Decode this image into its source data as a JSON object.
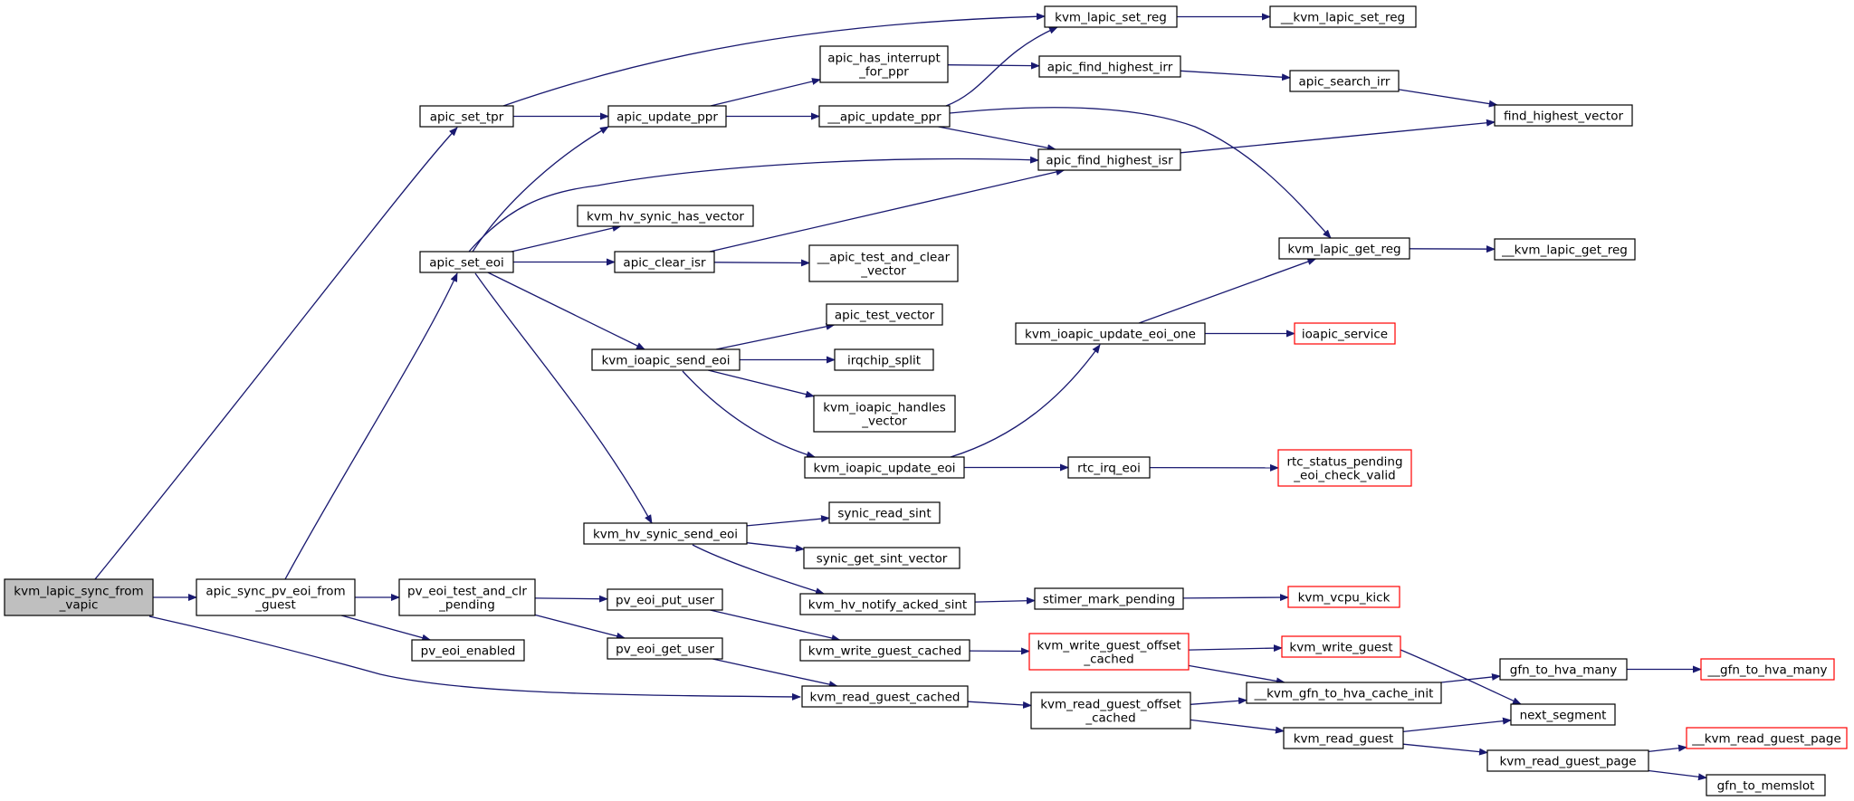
{
  "graph": {
    "colors": {
      "edge": "#191970",
      "node_border": "#000000",
      "truncated_border": "#ff0000",
      "root_fill": "#bfbfbf",
      "node_fill": "#ffffff"
    },
    "nodes": [
      {
        "id": "kvm_lapic_sync_from_vapic",
        "lines": [
          "kvm_lapic_sync_from",
          "_vapic"
        ],
        "root": true
      },
      {
        "id": "apic_set_tpr",
        "lines": [
          "apic_set_tpr"
        ]
      },
      {
        "id": "apic_update_ppr",
        "lines": [
          "apic_update_ppr"
        ]
      },
      {
        "id": "apic_has_interrupt_for_ppr",
        "lines": [
          "apic_has_interrupt",
          "_for_ppr"
        ]
      },
      {
        "id": "kvm_lapic_set_reg",
        "lines": [
          "kvm_lapic_set_reg"
        ]
      },
      {
        "id": "__kvm_lapic_set_reg",
        "lines": [
          "__kvm_lapic_set_reg"
        ]
      },
      {
        "id": "__apic_update_ppr",
        "lines": [
          "__apic_update_ppr"
        ]
      },
      {
        "id": "apic_find_highest_irr",
        "lines": [
          "apic_find_highest_irr"
        ]
      },
      {
        "id": "apic_search_irr",
        "lines": [
          "apic_search_irr"
        ]
      },
      {
        "id": "find_highest_vector",
        "lines": [
          "find_highest_vector"
        ]
      },
      {
        "id": "apic_find_highest_isr",
        "lines": [
          "apic_find_highest_isr"
        ]
      },
      {
        "id": "kvm_hv_synic_has_vector",
        "lines": [
          "kvm_hv_synic_has_vector"
        ]
      },
      {
        "id": "apic_set_eoi",
        "lines": [
          "apic_set_eoi"
        ]
      },
      {
        "id": "apic_clear_isr",
        "lines": [
          "apic_clear_isr"
        ]
      },
      {
        "id": "__apic_test_and_clear_vector",
        "lines": [
          "__apic_test_and_clear",
          "_vector"
        ]
      },
      {
        "id": "kvm_lapic_get_reg",
        "lines": [
          "kvm_lapic_get_reg"
        ]
      },
      {
        "id": "__kvm_lapic_get_reg",
        "lines": [
          "__kvm_lapic_get_reg"
        ]
      },
      {
        "id": "apic_test_vector",
        "lines": [
          "apic_test_vector"
        ]
      },
      {
        "id": "kvm_ioapic_update_eoi_one",
        "lines": [
          "kvm_ioapic_update_eoi_one"
        ]
      },
      {
        "id": "ioapic_service",
        "lines": [
          "ioapic_service"
        ],
        "truncated": true
      },
      {
        "id": "kvm_ioapic_send_eoi",
        "lines": [
          "kvm_ioapic_send_eoi"
        ]
      },
      {
        "id": "irqchip_split",
        "lines": [
          "irqchip_split"
        ]
      },
      {
        "id": "kvm_ioapic_handles_vector",
        "lines": [
          "kvm_ioapic_handles",
          "_vector"
        ]
      },
      {
        "id": "kvm_ioapic_update_eoi",
        "lines": [
          "kvm_ioapic_update_eoi"
        ]
      },
      {
        "id": "rtc_irq_eoi",
        "lines": [
          "rtc_irq_eoi"
        ]
      },
      {
        "id": "rtc_status_pending_eoi_check_valid",
        "lines": [
          "rtc_status_pending",
          "_eoi_check_valid"
        ],
        "truncated": true
      },
      {
        "id": "synic_read_sint",
        "lines": [
          "synic_read_sint"
        ]
      },
      {
        "id": "kvm_hv_synic_send_eoi",
        "lines": [
          "kvm_hv_synic_send_eoi"
        ]
      },
      {
        "id": "synic_get_sint_vector",
        "lines": [
          "synic_get_sint_vector"
        ]
      },
      {
        "id": "apic_sync_pv_eoi_from_guest",
        "lines": [
          "apic_sync_pv_eoi_from",
          "_guest"
        ]
      },
      {
        "id": "pv_eoi_test_and_clr_pending",
        "lines": [
          "pv_eoi_test_and_clr",
          "_pending"
        ]
      },
      {
        "id": "pv_eoi_put_user",
        "lines": [
          "pv_eoi_put_user"
        ]
      },
      {
        "id": "kvm_hv_notify_acked_sint",
        "lines": [
          "kvm_hv_notify_acked_sint"
        ]
      },
      {
        "id": "stimer_mark_pending",
        "lines": [
          "stimer_mark_pending"
        ]
      },
      {
        "id": "kvm_vcpu_kick",
        "lines": [
          "kvm_vcpu_kick"
        ],
        "truncated": true
      },
      {
        "id": "pv_eoi_enabled",
        "lines": [
          "pv_eoi_enabled"
        ]
      },
      {
        "id": "pv_eoi_get_user",
        "lines": [
          "pv_eoi_get_user"
        ]
      },
      {
        "id": "kvm_write_guest_cached",
        "lines": [
          "kvm_write_guest_cached"
        ]
      },
      {
        "id": "kvm_write_guest_offset_cached",
        "lines": [
          "kvm_write_guest_offset",
          "_cached"
        ],
        "truncated": true
      },
      {
        "id": "kvm_write_guest",
        "lines": [
          "kvm_write_guest"
        ],
        "truncated": true
      },
      {
        "id": "gfn_to_hva_many",
        "lines": [
          "gfn_to_hva_many"
        ]
      },
      {
        "id": "__gfn_to_hva_many",
        "lines": [
          "__gfn_to_hva_many"
        ],
        "truncated": true
      },
      {
        "id": "__kvm_gfn_to_hva_cache_init",
        "lines": [
          "__kvm_gfn_to_hva_cache_init"
        ]
      },
      {
        "id": "kvm_read_guest_cached",
        "lines": [
          "kvm_read_guest_cached"
        ]
      },
      {
        "id": "kvm_read_guest_offset_cached",
        "lines": [
          "kvm_read_guest_offset",
          "_cached"
        ]
      },
      {
        "id": "next_segment",
        "lines": [
          "next_segment"
        ]
      },
      {
        "id": "kvm_read_guest",
        "lines": [
          "kvm_read_guest"
        ]
      },
      {
        "id": "__kvm_read_guest_page",
        "lines": [
          "__kvm_read_guest_page"
        ],
        "truncated": true
      },
      {
        "id": "kvm_read_guest_page",
        "lines": [
          "kvm_read_guest_page"
        ]
      },
      {
        "id": "gfn_to_memslot",
        "lines": [
          "gfn_to_memslot"
        ]
      }
    ],
    "edges": [
      [
        "kvm_lapic_sync_from_vapic",
        "apic_set_tpr"
      ],
      [
        "kvm_lapic_sync_from_vapic",
        "apic_sync_pv_eoi_from_guest"
      ],
      [
        "kvm_lapic_sync_from_vapic",
        "kvm_read_guest_cached"
      ],
      [
        "apic_set_tpr",
        "kvm_lapic_set_reg"
      ],
      [
        "apic_set_tpr",
        "apic_update_ppr"
      ],
      [
        "apic_update_ppr",
        "apic_has_interrupt_for_ppr"
      ],
      [
        "apic_update_ppr",
        "__apic_update_ppr"
      ],
      [
        "apic_has_interrupt_for_ppr",
        "apic_find_highest_irr"
      ],
      [
        "kvm_lapic_set_reg",
        "__kvm_lapic_set_reg"
      ],
      [
        "__apic_update_ppr",
        "kvm_lapic_set_reg"
      ],
      [
        "__apic_update_ppr",
        "apic_find_highest_isr"
      ],
      [
        "__apic_update_ppr",
        "kvm_lapic_get_reg"
      ],
      [
        "apic_find_highest_irr",
        "apic_search_irr"
      ],
      [
        "apic_search_irr",
        "find_highest_vector"
      ],
      [
        "apic_find_highest_isr",
        "find_highest_vector"
      ],
      [
        "apic_set_eoi",
        "apic_update_ppr"
      ],
      [
        "apic_set_eoi",
        "apic_find_highest_isr"
      ],
      [
        "apic_set_eoi",
        "kvm_hv_synic_has_vector"
      ],
      [
        "apic_set_eoi",
        "apic_clear_isr"
      ],
      [
        "apic_set_eoi",
        "kvm_ioapic_send_eoi"
      ],
      [
        "apic_set_eoi",
        "kvm_hv_synic_send_eoi"
      ],
      [
        "apic_clear_isr",
        "apic_find_highest_isr"
      ],
      [
        "apic_clear_isr",
        "__apic_test_and_clear_vector"
      ],
      [
        "kvm_lapic_get_reg",
        "__kvm_lapic_get_reg"
      ],
      [
        "kvm_ioapic_update_eoi_one",
        "kvm_lapic_get_reg"
      ],
      [
        "kvm_ioapic_update_eoi_one",
        "ioapic_service"
      ],
      [
        "kvm_ioapic_send_eoi",
        "apic_test_vector"
      ],
      [
        "kvm_ioapic_send_eoi",
        "irqchip_split"
      ],
      [
        "kvm_ioapic_send_eoi",
        "kvm_ioapic_handles_vector"
      ],
      [
        "kvm_ioapic_send_eoi",
        "kvm_ioapic_update_eoi"
      ],
      [
        "kvm_ioapic_update_eoi",
        "kvm_ioapic_update_eoi_one"
      ],
      [
        "kvm_ioapic_update_eoi",
        "rtc_irq_eoi"
      ],
      [
        "rtc_irq_eoi",
        "rtc_status_pending_eoi_check_valid"
      ],
      [
        "kvm_hv_synic_send_eoi",
        "synic_read_sint"
      ],
      [
        "kvm_hv_synic_send_eoi",
        "synic_get_sint_vector"
      ],
      [
        "kvm_hv_synic_send_eoi",
        "kvm_hv_notify_acked_sint"
      ],
      [
        "kvm_hv_notify_acked_sint",
        "stimer_mark_pending"
      ],
      [
        "stimer_mark_pending",
        "kvm_vcpu_kick"
      ],
      [
        "apic_sync_pv_eoi_from_guest",
        "apic_set_eoi"
      ],
      [
        "apic_sync_pv_eoi_from_guest",
        "pv_eoi_test_and_clr_pending"
      ],
      [
        "apic_sync_pv_eoi_from_guest",
        "pv_eoi_enabled"
      ],
      [
        "pv_eoi_test_and_clr_pending",
        "pv_eoi_put_user"
      ],
      [
        "pv_eoi_test_and_clr_pending",
        "pv_eoi_get_user"
      ],
      [
        "pv_eoi_put_user",
        "kvm_write_guest_cached"
      ],
      [
        "pv_eoi_get_user",
        "kvm_read_guest_cached"
      ],
      [
        "kvm_write_guest_cached",
        "kvm_write_guest_offset_cached"
      ],
      [
        "kvm_write_guest_offset_cached",
        "kvm_write_guest"
      ],
      [
        "kvm_write_guest_offset_cached",
        "__kvm_gfn_to_hva_cache_init"
      ],
      [
        "kvm_write_guest",
        "next_segment"
      ],
      [
        "__kvm_gfn_to_hva_cache_init",
        "gfn_to_hva_many"
      ],
      [
        "gfn_to_hva_many",
        "__gfn_to_hva_many"
      ],
      [
        "kvm_read_guest_cached",
        "kvm_read_guest_offset_cached"
      ],
      [
        "kvm_read_guest_offset_cached",
        "__kvm_gfn_to_hva_cache_init"
      ],
      [
        "kvm_read_guest_offset_cached",
        "kvm_read_guest"
      ],
      [
        "kvm_read_guest",
        "next_segment"
      ],
      [
        "kvm_read_guest",
        "kvm_read_guest_page"
      ],
      [
        "kvm_read_guest_page",
        "__kvm_read_guest_page"
      ],
      [
        "kvm_read_guest_page",
        "gfn_to_memslot"
      ]
    ]
  }
}
